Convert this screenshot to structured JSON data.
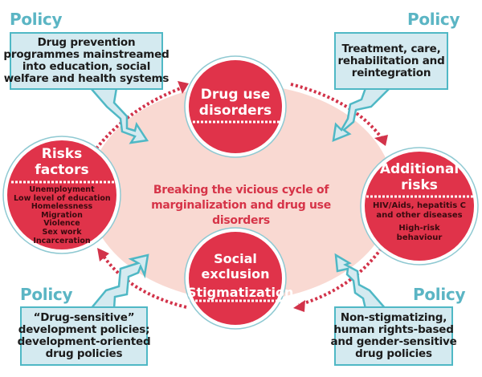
{
  "colors": {
    "circle_fill": "#e0334a",
    "circle_ring": "#8fc9d2",
    "ellipse_fill": "#f9d9d2",
    "policy_fill": "#d4eaf0",
    "policy_border": "#4fb8c5",
    "policy_heading": "#5bb5c4",
    "center_text": "#d63448",
    "arrow_dotted": "#d2334a"
  },
  "center": {
    "lines": [
      "Breaking the vicious cycle of",
      "marginalization and drug use disorders"
    ]
  },
  "circles": {
    "drug_use": {
      "title": [
        "Drug use",
        "disorders"
      ],
      "items": []
    },
    "risk_factors": {
      "title": [
        "Risks",
        "factors"
      ],
      "items": [
        "Unemployment",
        "Low level of  education",
        "Homelessness",
        "Migration",
        "Violence",
        "Sex work",
        "Incarceration"
      ]
    },
    "additional_risks": {
      "title": [
        "Additional",
        "risks"
      ],
      "items": [
        "HIV/Aids, hepatitis C",
        "and other diseases",
        "High-risk",
        "behaviour"
      ]
    },
    "social_exclusion": {
      "title": [
        "Social",
        "exclusion",
        "Stigmatization"
      ],
      "items": []
    }
  },
  "policies": {
    "top_left": {
      "heading": "Policy",
      "lines": [
        "Drug prevention",
        "programmes mainstreamed",
        "into education, social",
        "welfare and health systems"
      ]
    },
    "top_right": {
      "heading": "Policy",
      "lines": [
        "Treatment, care,",
        "rehabilitation and",
        "reintegration"
      ]
    },
    "bottom_left": {
      "heading": "Policy",
      "lines": [
        "“Drug-sensitive”",
        "development policies;",
        "development-oriented",
        "drug policies"
      ]
    },
    "bottom_right": {
      "heading": "Policy",
      "lines": [
        "Non-stigmatizing,",
        "human rights-based",
        "and gender-sensitive",
        "drug policies"
      ]
    }
  }
}
